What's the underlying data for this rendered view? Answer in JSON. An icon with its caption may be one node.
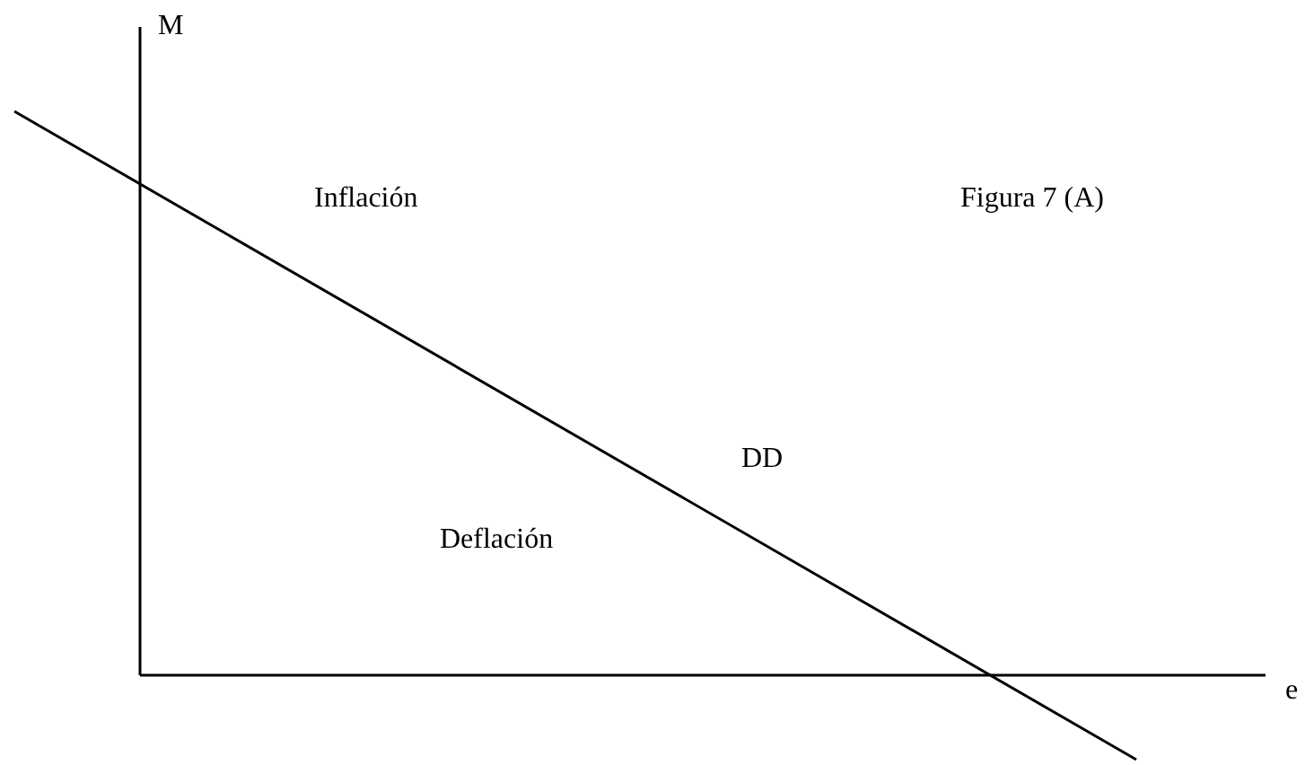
{
  "diagram": {
    "labels": [
      "M",
      "Inflación",
      "Figura 7 (A)",
      "DD",
      "Deflación",
      "e"
    ]
  }
}
